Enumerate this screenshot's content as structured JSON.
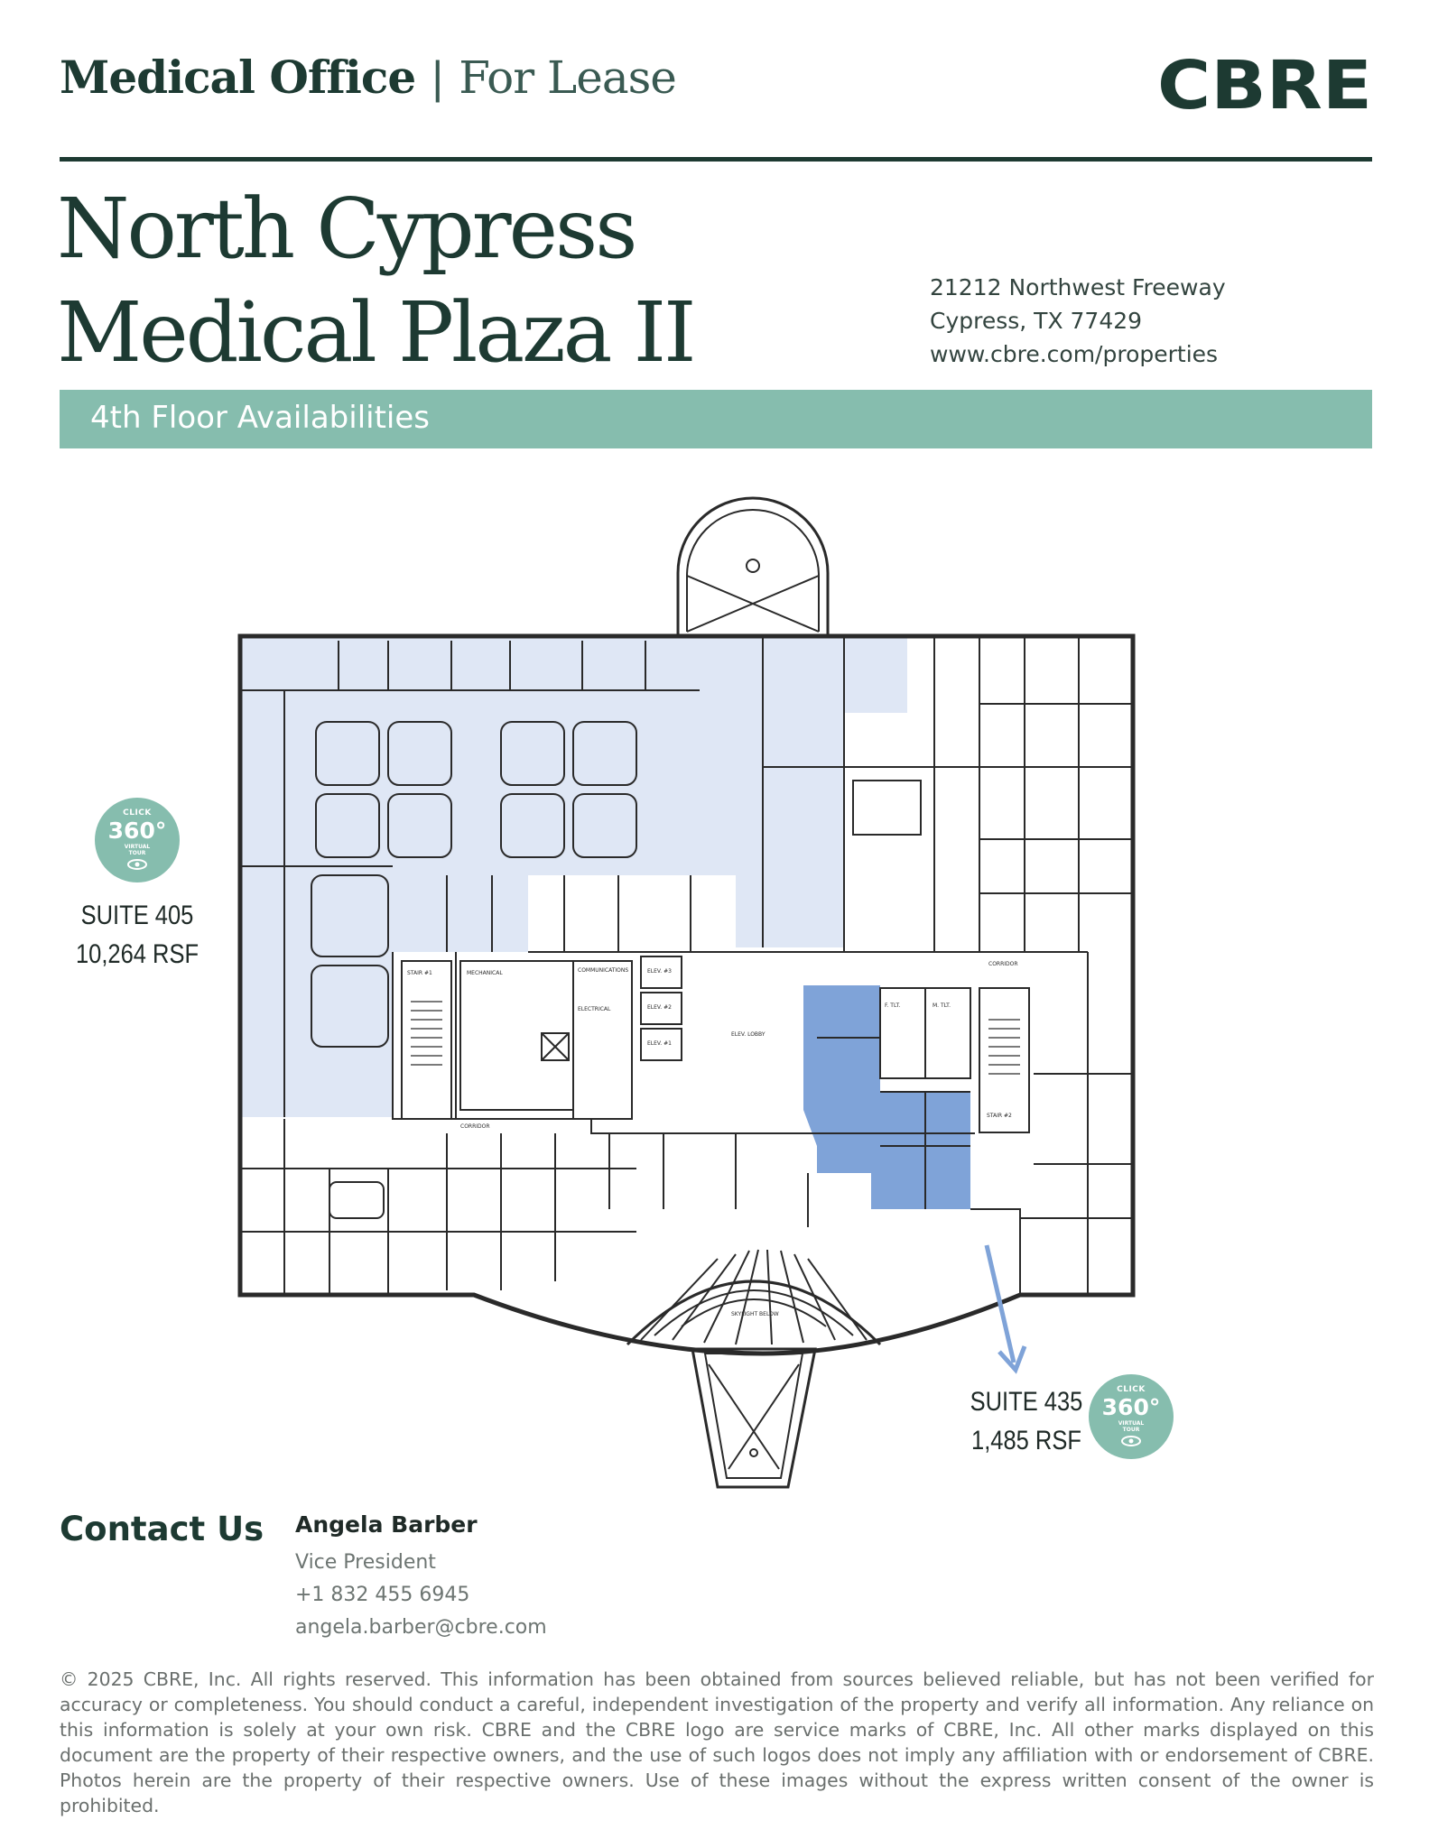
{
  "header": {
    "category_bold": "Medical Office",
    "separator": "|",
    "category_light": "For Lease",
    "logo_text": "CBRE"
  },
  "property": {
    "title_line1": "North Cypress",
    "title_line2": "Medical Plaza II",
    "address_line1": "21212 Northwest Freeway",
    "address_line2": "Cypress, TX 77429",
    "website": "www.cbre.com/properties"
  },
  "banner": {
    "label": "4th Floor Availabilities"
  },
  "floorplan": {
    "highlight_light": "#dfe7f5",
    "highlight_dark": "#7fa3d8",
    "line_color": "#2a2a2a",
    "room_labels": [
      "STAIR #1",
      "MECHANICAL",
      "COMMUNICATIONS",
      "ELECTRICAL",
      "ELEV. #3",
      "ELEV. #2",
      "ELEV. #1",
      "ELEV. LOBBY",
      "CORRIDOR",
      "F. TLT.",
      "M. TLT.",
      "STAIR #2",
      "CORRIDOR",
      "SKYLIGHT BELOW"
    ],
    "suites": [
      {
        "name": "SUITE 405",
        "area": "10,264 RSF"
      },
      {
        "name": "SUITE 435",
        "area": "1,485 RSF"
      }
    ],
    "tour_badge": {
      "top": "CLICK",
      "big": "360°",
      "small1": "VIRTUAL",
      "small2": "TOUR"
    }
  },
  "contact": {
    "heading": "Contact Us",
    "name": "Angela Barber",
    "title": "Vice President",
    "phone": "+1 832 455 6945",
    "email": "angela.barber@cbre.com"
  },
  "disclaimer": "© 2025 CBRE, Inc. All rights reserved. This information has been obtained from sources believed reliable, but has not been verified for accuracy or completeness. You should conduct a careful, independent investigation of the property and verify all information. Any reliance on this information is solely at your own risk. CBRE and the CBRE logo are service marks of CBRE, Inc. All other marks displayed on this document are the property of their respective owners, and the use of such logos does not imply any affiliation with or endorsement of CBRE. Photos herein are the property of their respective owners. Use of these images without the express written consent of the owner is prohibited."
}
